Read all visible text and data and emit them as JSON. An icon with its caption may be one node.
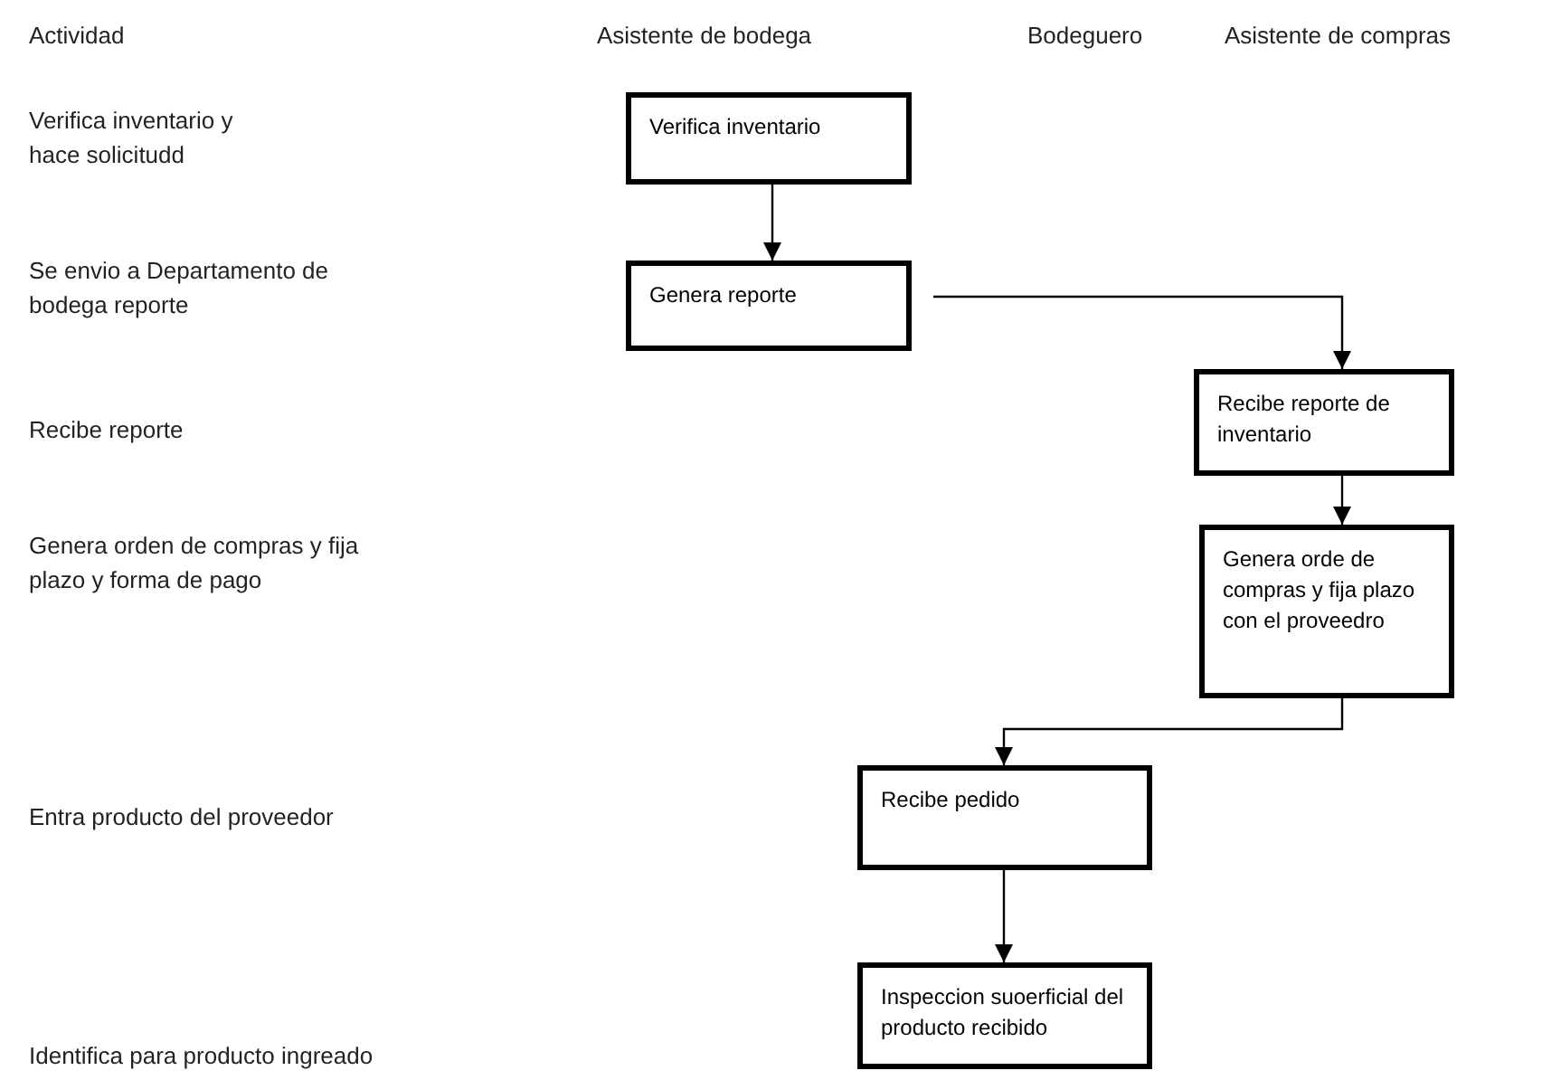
{
  "diagram": {
    "nodes": [
      {
        "text": [
          "Verifica inventario"
        ]
      },
      {
        "text": [
          "Genera reporte"
        ]
      },
      {
        "text": [
          "Recibe reporte de inventario"
        ]
      },
      {
        "text": [
          "Genera orde de compras y fija plazo con el proveedro"
        ]
      },
      {
        "text": [
          "Recibe pedido"
        ]
      },
      {
        "text": [
          "Inspeccion suoerficial del producto recibido"
        ]
      }
    ],
    "edges": [
      {
        "from": 0,
        "to": 1,
        "arrow": "to"
      },
      {
        "from": 1,
        "to": 2,
        "arrow": "to"
      },
      {
        "from": 2,
        "to": 3,
        "arrow": "to"
      },
      {
        "from": 3,
        "to": 4,
        "arrow": "to"
      },
      {
        "from": 4,
        "to": 5,
        "arrow": "to"
      }
    ],
    "labels": [
      "Actividad",
      "Asistente de bodega",
      "Bodeguero",
      "Asistente de compras",
      "Verifica inventario y hace solicitudd",
      "Se envio a Departamento de bodega reporte",
      "Recibe reporte",
      "Genera orden de compras y fija plazo y forma de pago",
      "Entra producto del proveedor",
      "Identifica para producto ingreado"
    ]
  }
}
